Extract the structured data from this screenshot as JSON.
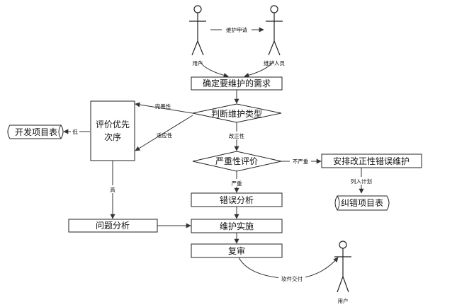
{
  "actors": {
    "user_top": "用户",
    "maintainer": "维护人员",
    "user_bottom": "用户"
  },
  "flow": {
    "request": "维护申请",
    "determine_needs": "确定要维护的需求",
    "judge_type": "判断维护类型",
    "priority": [
      "评价优先",
      "次序"
    ],
    "dev_table": "开发项目表",
    "severity": "严重性评价",
    "arrange": "安排改正性错误维护",
    "error_table": "纠错项目表",
    "error_analysis": "错误分析",
    "problem_analysis": "问题分析",
    "implement": "维护实施",
    "review": "复审"
  },
  "edge_labels": {
    "perfective": "完善性",
    "adaptive": "适应性",
    "corrective": "改正性",
    "low": "低",
    "high": "高",
    "not_severe": "不严重",
    "severe": "严重",
    "add_plan": "列入计划",
    "deliver": "软件交付"
  }
}
